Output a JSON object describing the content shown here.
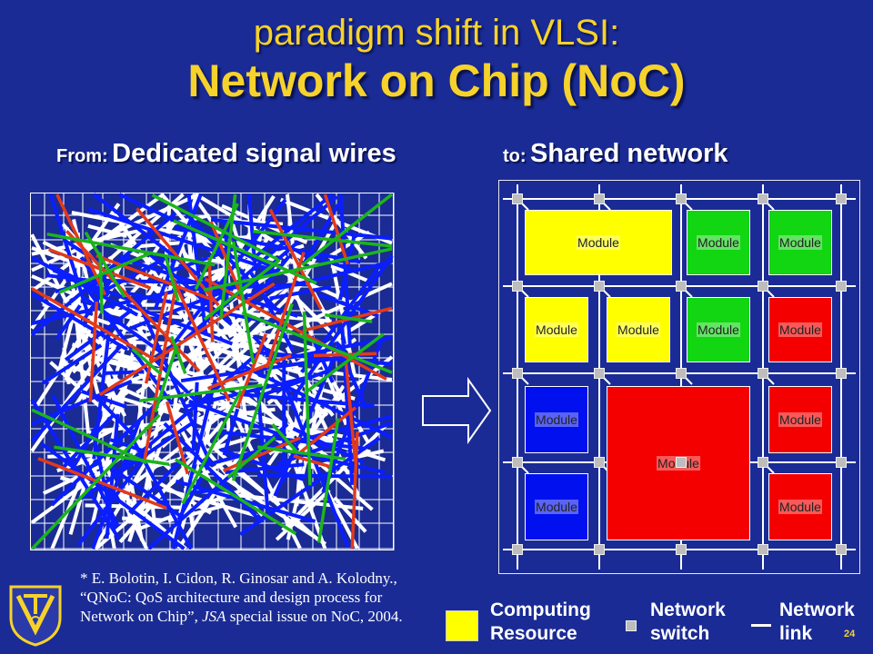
{
  "slide": {
    "title_line1": "paradigm shift in VLSI:",
    "title_line2": "Network on Chip (NoC)",
    "from_prefix": "From:",
    "from_text": "Dedicated signal wires",
    "to_prefix": "to:",
    "to_text": "Shared network",
    "citation_html": "* E. Bolotin, I. Cidon, R. Ginosar and A. Kolodny., “QNoC: QoS architecture and design process for Network on Chip”, <i>JSA</i> special issue on NoC, 2004.",
    "page_number": "24"
  },
  "noc": {
    "module_label": "Module",
    "modules": [
      {
        "color": "yellow"
      },
      {
        "color": "green"
      },
      {
        "color": "green"
      },
      {
        "color": "yellow"
      },
      {
        "color": "yellow"
      },
      {
        "color": "green"
      },
      {
        "color": "red"
      },
      {
        "color": "blue"
      },
      {
        "color": "red"
      },
      {
        "color": "red"
      },
      {
        "color": "blue"
      },
      {
        "color": "red"
      }
    ]
  },
  "legend": {
    "computing_line1": "Computing",
    "computing_line2": "Resource",
    "switch_line1": "Network",
    "switch_line2": "switch",
    "link_line1": "Network",
    "link_line2": "link"
  },
  "colors": {
    "background": "#1a2b95",
    "title": "#f6d22b",
    "yellow": "#ffff00",
    "green": "#11d611",
    "red": "#f40000",
    "blue": "#0010ee",
    "wire_white": "#ffffff",
    "wire_blue": "#0a1eff",
    "wire_red": "#e23a1a",
    "wire_green": "#1cb41c"
  }
}
